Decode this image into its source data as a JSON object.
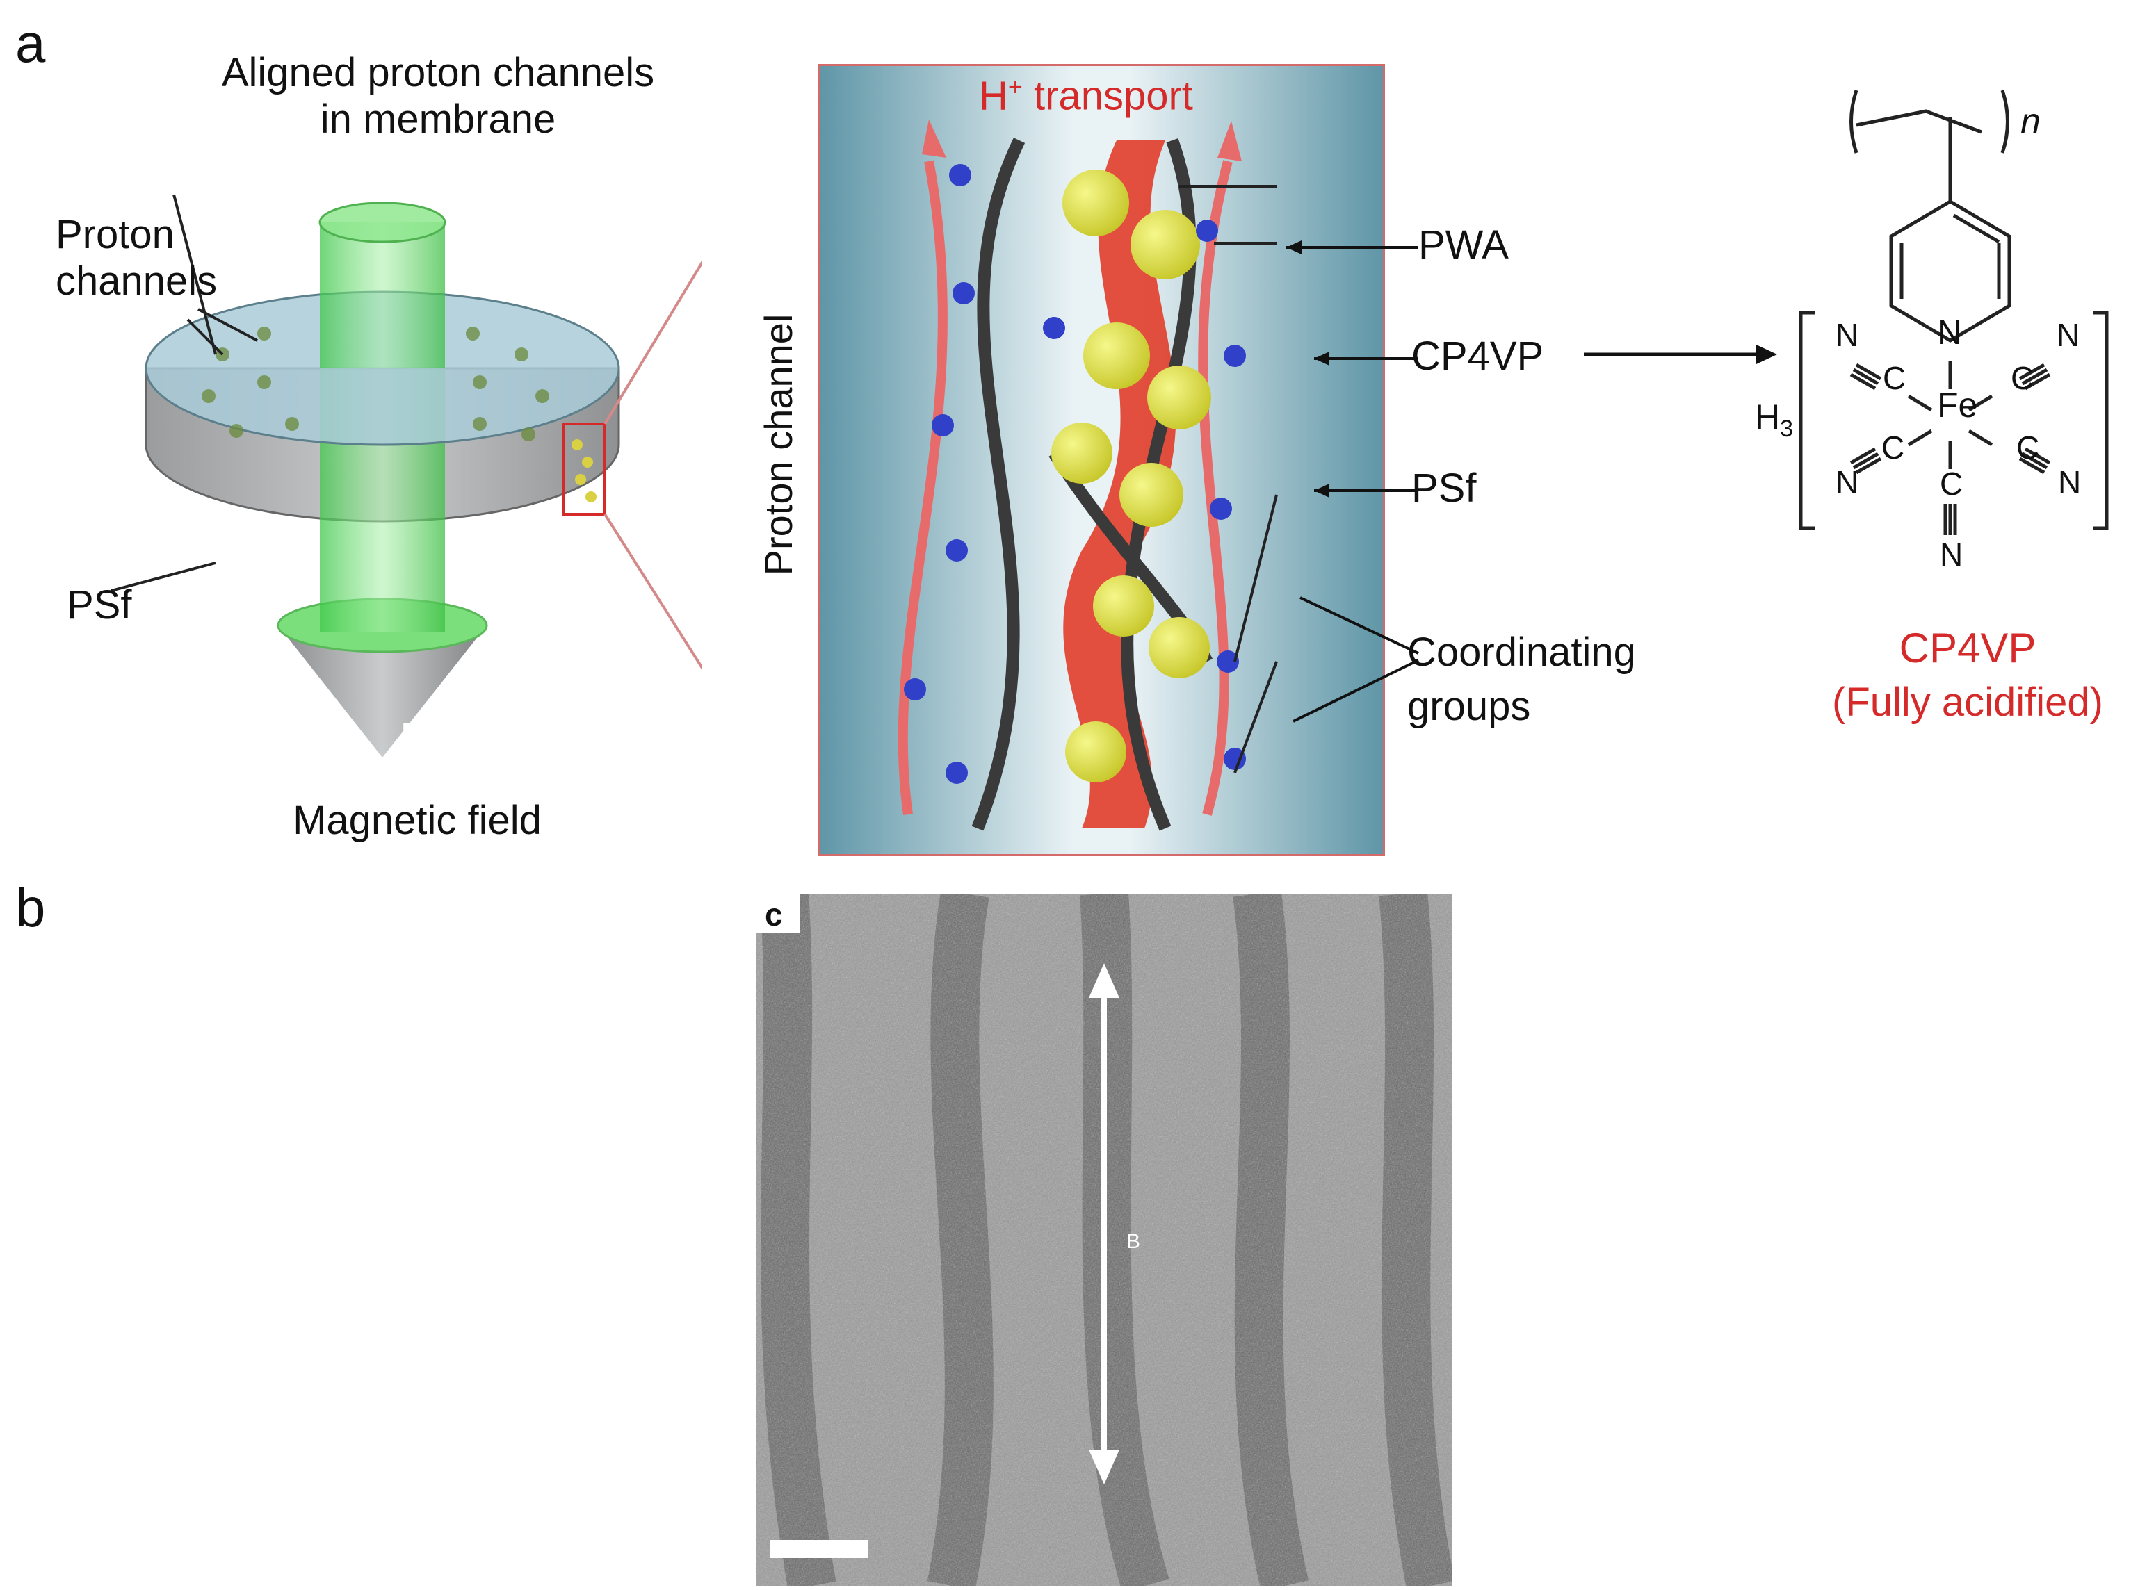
{
  "panels": {
    "a": "a",
    "b": "b",
    "c": "c"
  },
  "membrane": {
    "title_line1": "Aligned proton channels",
    "title_line2": "in membrane",
    "proton_channels_line1": "Proton",
    "proton_channels_line2": "channels",
    "psf": "PSf",
    "b_arrow": "B",
    "magnetic_field": "Magnetic field"
  },
  "channel": {
    "h_transport_prefix": "H",
    "h_transport_sup": "+",
    "h_transport_suffix": " transport",
    "vertical_label": "Proton channel",
    "pwa": "PWA",
    "cp4vp": "CP4VP",
    "psf": "PSf",
    "coordinating_line1": "Coordinating",
    "coordinating_line2": "groups"
  },
  "structure": {
    "n": "n",
    "N": "N",
    "C": "C",
    "Fe": "Fe",
    "H": "H",
    "h_sub": "3",
    "name": "CP4VP",
    "note": "(Fully acidified)"
  },
  "micrograph": {
    "b_label": "B"
  },
  "colors": {
    "accent_red": "#d42a2a",
    "membrane_blue": "#a7c8d6",
    "field_green": "#6fdc6f",
    "channel_teal": "#6ea3b4",
    "pwa_yellow": "#e0e24a",
    "ligand_blue": "#3040c8",
    "backbone_gray": "#3a3a3a"
  }
}
